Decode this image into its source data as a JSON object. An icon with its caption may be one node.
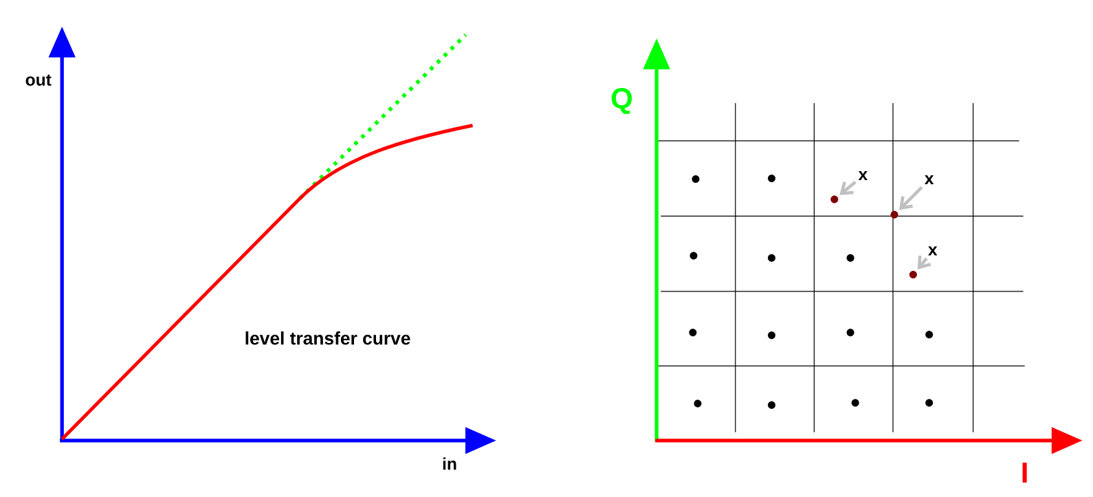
{
  "diagram": {
    "nodes": [
      {
        "text": [
          "x"
        ]
      },
      {
        "text": [
          "x"
        ]
      },
      {
        "text": [],
        "shape": "circle"
      },
      {
        "text": [],
        "shape": "circle"
      },
      {
        "text": [
          "x"
        ]
      },
      {
        "text": [],
        "shape": "circle"
      }
    ],
    "edges": [
      {
        "from": 0,
        "to": 2,
        "arrow": "to"
      },
      {
        "from": 1,
        "to": 3,
        "arrow": "to"
      },
      {
        "from": 4,
        "to": 5,
        "arrow": "to"
      }
    ],
    "labels": [
      "out",
      "Q",
      "level transfer curve",
      "in",
      "I"
    ]
  }
}
